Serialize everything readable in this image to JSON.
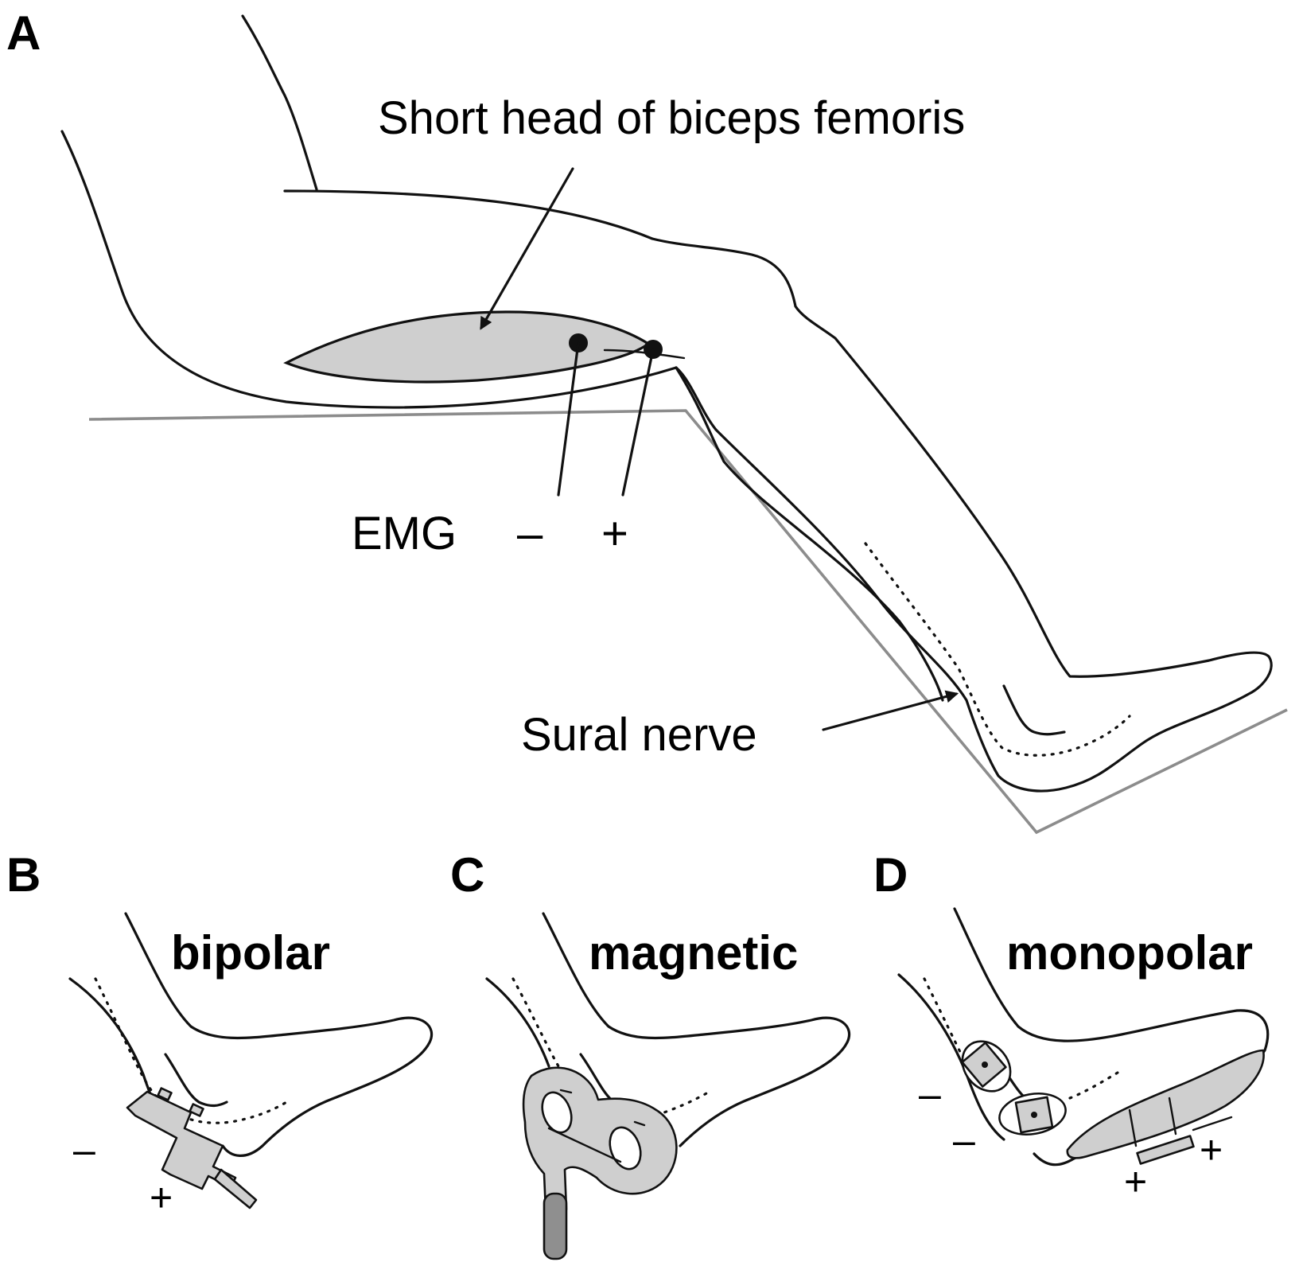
{
  "panels": {
    "a": {
      "letter": "A",
      "muscle_label": "Short head of biceps femoris",
      "emg_label": "EMG",
      "minus": "–",
      "plus": "+",
      "nerve_label": "Sural nerve"
    },
    "b": {
      "letter": "B",
      "title": "bipolar",
      "minus": "–",
      "plus": "+"
    },
    "c": {
      "letter": "C",
      "title": "magnetic"
    },
    "d": {
      "letter": "D",
      "title": "monopolar",
      "minus_1": "–",
      "minus_2": "–",
      "plus_1": "+",
      "plus_2": "+"
    }
  },
  "colors": {
    "line": "#111111",
    "muscle_fill": "#cfcfcf",
    "table_outline": "#8c8c8c",
    "device_dark": "#8f8f8f"
  },
  "icons": [
    "arrow-icon",
    "electrode-dot-icon",
    "bipolar-stimulator-icon",
    "magnetic-coil-icon",
    "monopolar-electrode-icon"
  ]
}
